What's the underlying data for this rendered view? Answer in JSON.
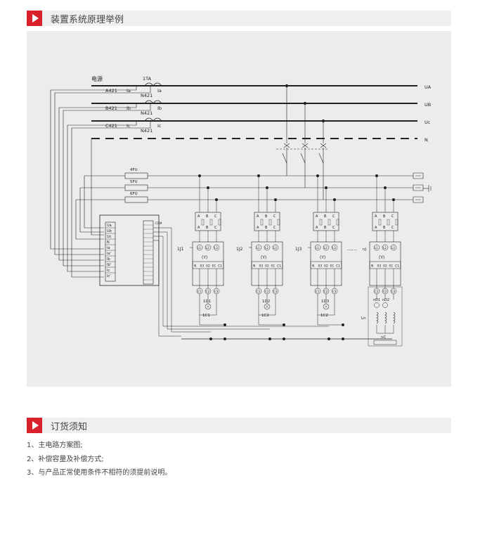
{
  "sections": {
    "principle_title": "装置系统原理举例",
    "order_title": "订货须知"
  },
  "notes": [
    "1、主电路方案图;",
    "2、补偿容量及补偿方式;",
    "3、与产品正常使用条件不相符的须提前说明。"
  ],
  "diagram": {
    "source_label": "电源",
    "ct_label": "1TA",
    "phase_lines": [
      {
        "left": "A421",
        "ct_in": "Ia",
        "ct_out": "N421",
        "ct_right": "Ia",
        "right": "UA"
      },
      {
        "left": "B421",
        "ct_in": "Ib",
        "ct_out": "N421",
        "ct_right": "Ib",
        "right": "UB"
      },
      {
        "left": "C421",
        "ct_in": "Ic",
        "ct_out": "N421",
        "ct_right": "Ic",
        "right": "Uc"
      }
    ],
    "neutral_label": "N",
    "fuses": [
      "4FU",
      "5FU",
      "6FU"
    ],
    "controller_left_terminals": [
      "Ua",
      "Ub",
      "Uc",
      "N",
      "Ia",
      "Ia'",
      "Ib",
      "Ib'",
      "Ic",
      "Ic'"
    ],
    "controller_com": "COM",
    "branch_abc_top": [
      "A",
      "B",
      "C"
    ],
    "branch_abc_bottom": [
      "A",
      "B",
      "C"
    ],
    "branches": [
      {
        "id": "1J1",
        "lamp": "1D1",
        "cap": "1C1"
      },
      {
        "id": "1J2",
        "lamp": "1D2",
        "cap": "1C2"
      },
      {
        "id": "1J3",
        "lamp": "1D3",
        "cap": "1C2"
      }
    ],
    "last_branch": {
      "id": "nJ",
      "lamp_a": "nD1",
      "lamp_b": "nD2",
      "reactor": "Ln",
      "cap": "nC"
    },
    "dots": "......",
    "contactor_top_terminals": [
      "L1",
      "L2",
      "L3"
    ],
    "contactor_coil": "(Y)",
    "contactor_aux": [
      "N",
      "03",
      "02",
      "01",
      "C1"
    ],
    "contactor_bottom_terminals": [
      "C1",
      "C2",
      "C3"
    ]
  }
}
